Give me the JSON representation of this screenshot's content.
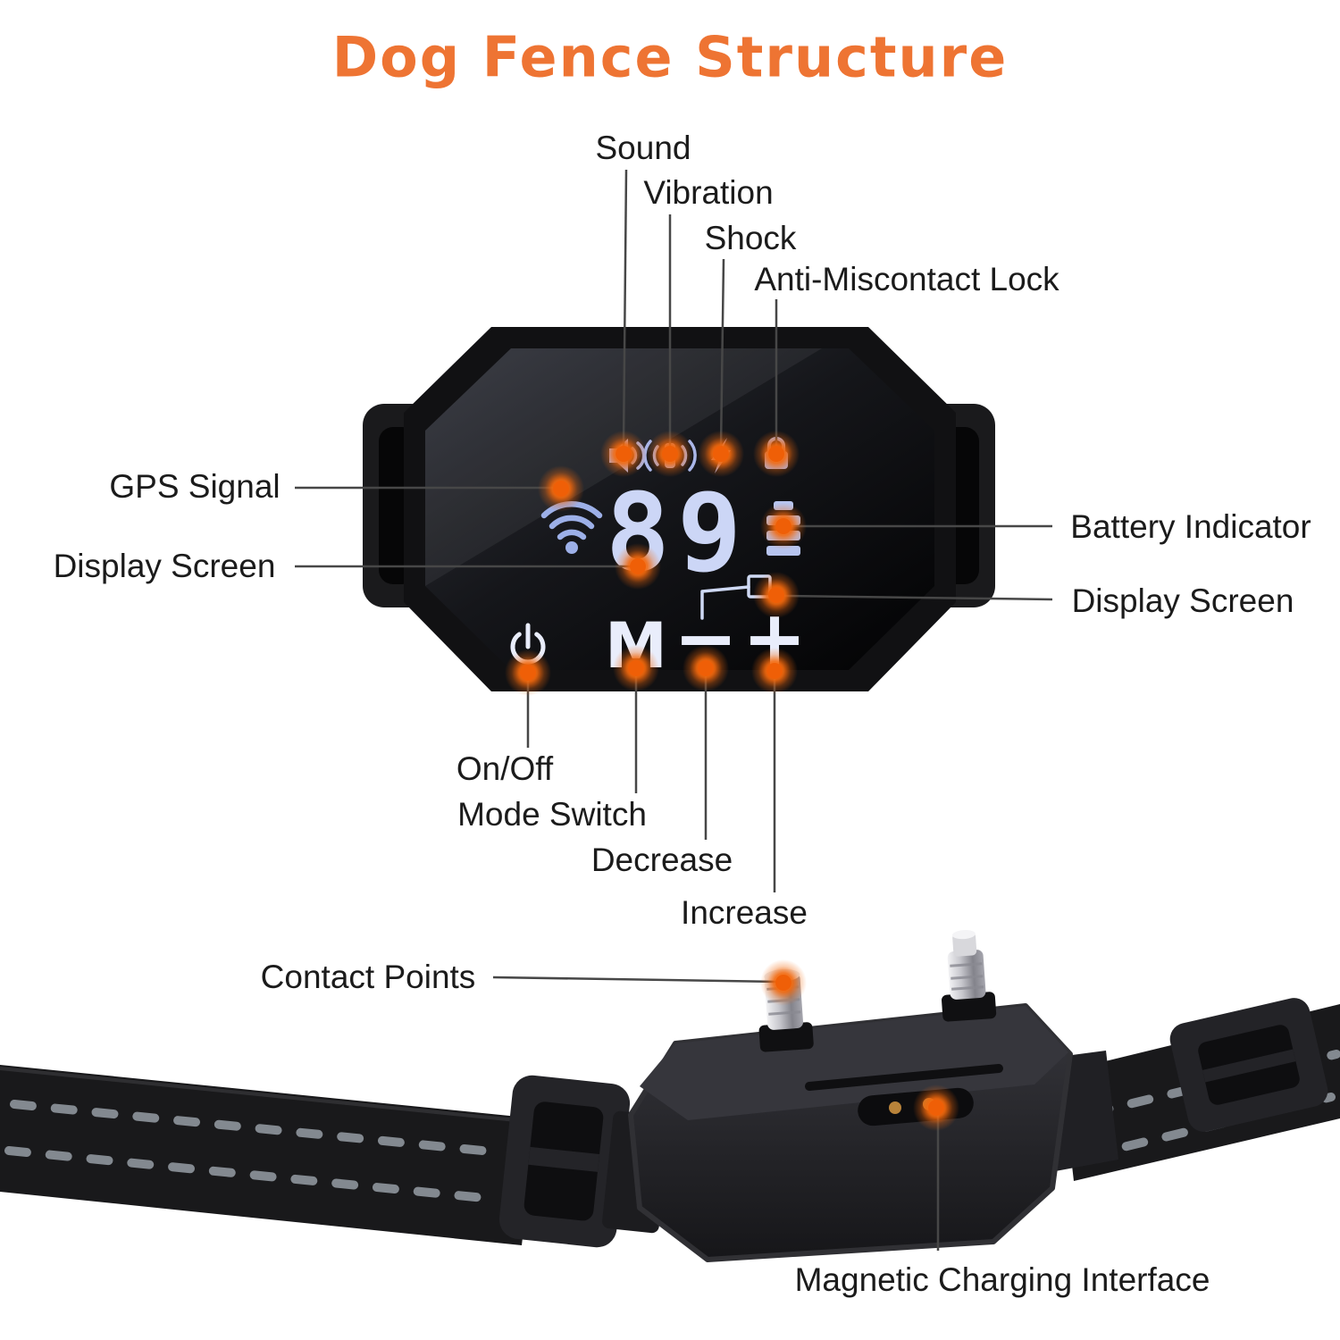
{
  "title": "Dog Fence Structure",
  "labels": {
    "sound": "Sound",
    "vibration": "Vibration",
    "shock": "Shock",
    "anti_miscontact_lock": "Anti-Miscontact Lock",
    "gps_signal": "GPS Signal",
    "display_screen_left": "Display Screen",
    "battery_indicator": "Battery Indicator",
    "display_screen_right": "Display Screen",
    "on_off": "On/Off",
    "mode_switch": "Mode Switch",
    "decrease": "Decrease",
    "increase": "Increase",
    "contact_points": "Contact Points",
    "magnetic_charging_interface": "Magnetic Charging Interface"
  },
  "receiver": {
    "display_value": "89",
    "mode_label": "M",
    "minus_label": "−",
    "plus_label": "+"
  },
  "icons": {
    "status_row": [
      "sound-icon",
      "vibration-icon",
      "shock-icon",
      "lock-icon"
    ],
    "left_of_display": "gps-signal-icon",
    "right_of_display": [
      "battery-indicator-icon",
      "boundary-icon"
    ],
    "bottom_row": [
      "power-icon",
      "mode-button",
      "minus-button",
      "plus-button"
    ]
  },
  "colors": {
    "title": "#ee7433",
    "label_text": "#1b1b1b",
    "pointer_line": "#474747",
    "glow_dot": "#f2660a",
    "screen_icon": "#aab6e8",
    "digits": "#ccd6f6",
    "device_body": "#111113"
  }
}
